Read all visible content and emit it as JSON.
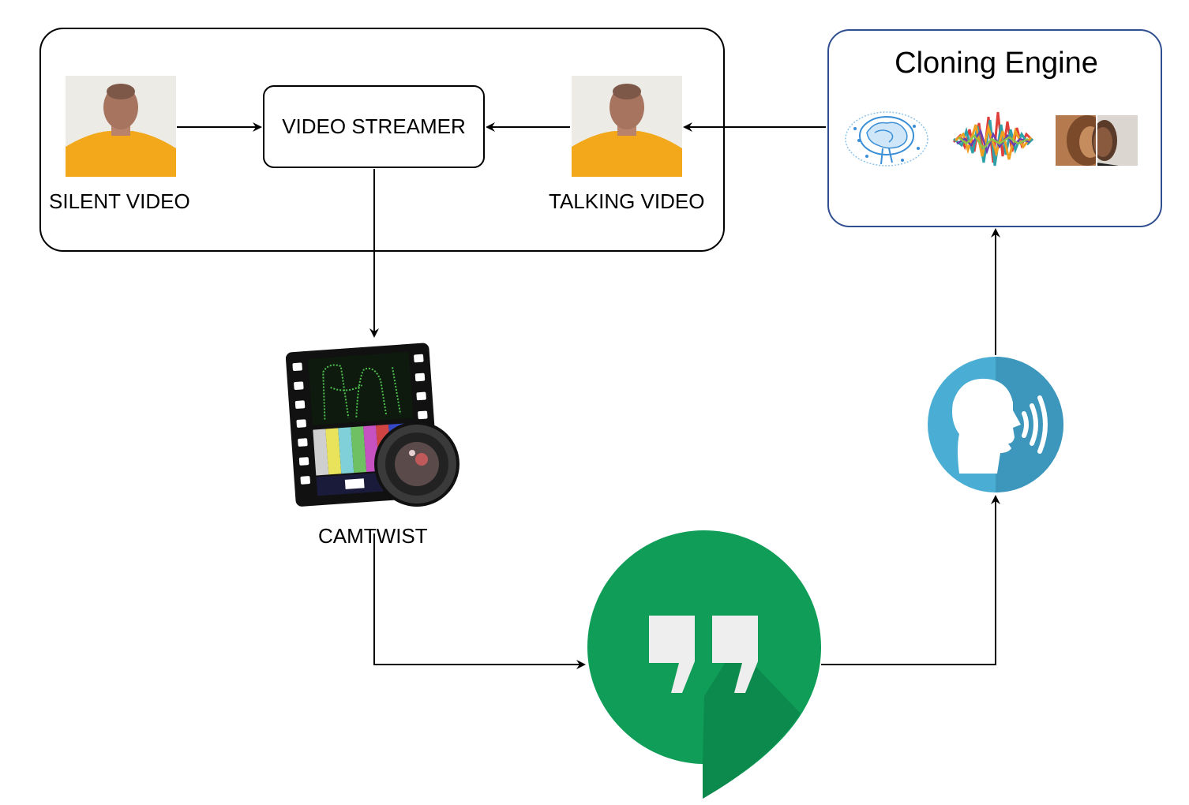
{
  "labels": {
    "silent_video": "SILENT VIDEO",
    "video_streamer": "VIDEO STREAMER",
    "talking_video": "TALKING VIDEO",
    "cloning_engine": "Cloning Engine",
    "camtwist": "CAMTWIST"
  },
  "colors": {
    "line": "#000000",
    "engine_border": "#2f4f8f",
    "shirt": "#f2a81a",
    "hangouts_green": "#0f9d58",
    "voice_blue": "#4aaed4"
  },
  "icons": [
    "brain-network-icon",
    "sound-wave-icon",
    "face-split-icon",
    "camtwist-icon",
    "hangouts-icon",
    "voice-speaker-icon"
  ]
}
